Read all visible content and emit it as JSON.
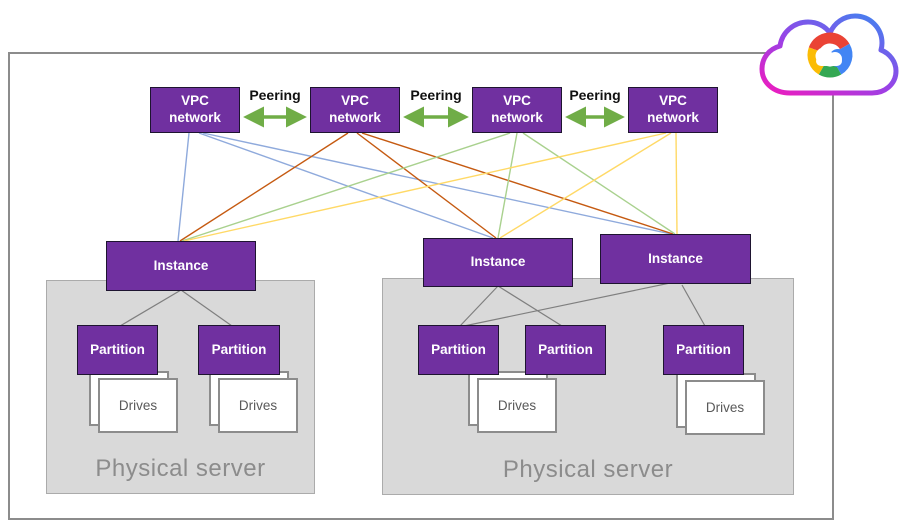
{
  "colors": {
    "node_fill": "#7030A0",
    "node_border": "#1E1430",
    "node_text": "#FFFFFF",
    "edge_blue": "#8FAADC",
    "edge_orange": "#C55A11",
    "edge_green": "#A9D18E",
    "edge_yellow": "#FFD966",
    "peering_arrow": "#70AD47",
    "peering_text": "#111111",
    "server_fill": "#D9D9D9",
    "server_border": "#ABABAB",
    "server_text": "#8C8C8C",
    "drives_fill": "#FFFFFF",
    "drives_border": "#8C8C8C",
    "drives_text": "#595959",
    "tree_line": "#7F7F7F",
    "frame_border": "#8C8C8C",
    "logo_red": "#EA4335",
    "logo_blue": "#4285F4",
    "logo_green": "#34A853",
    "logo_yellow": "#FBBC05",
    "logo_gradient_start": "#4183F0",
    "logo_gradient_mid": "#9B41E6",
    "logo_gradient_end": "#EA1EC0"
  },
  "vpc_networks": [
    {
      "label": "VPC\nnetwork"
    },
    {
      "label": "VPC\nnetwork"
    },
    {
      "label": "VPC\nnetwork"
    },
    {
      "label": "VPC\nnetwork"
    }
  ],
  "peering": {
    "labels": [
      "Peering",
      "Peering",
      "Peering"
    ]
  },
  "instances": [
    {
      "label": "Instance"
    },
    {
      "label": "Instance"
    },
    {
      "label": "Instance"
    }
  ],
  "servers": [
    {
      "label": "Physical server"
    },
    {
      "label": "Physical server"
    }
  ],
  "partitions": [
    {
      "label": "Partition"
    },
    {
      "label": "Partition"
    },
    {
      "label": "Partition"
    },
    {
      "label": "Partition"
    },
    {
      "label": "Partition"
    }
  ],
  "drives": [
    {
      "label": "Drives"
    },
    {
      "label": "Drives"
    },
    {
      "label": "Drives"
    },
    {
      "label": "Drives"
    }
  ]
}
